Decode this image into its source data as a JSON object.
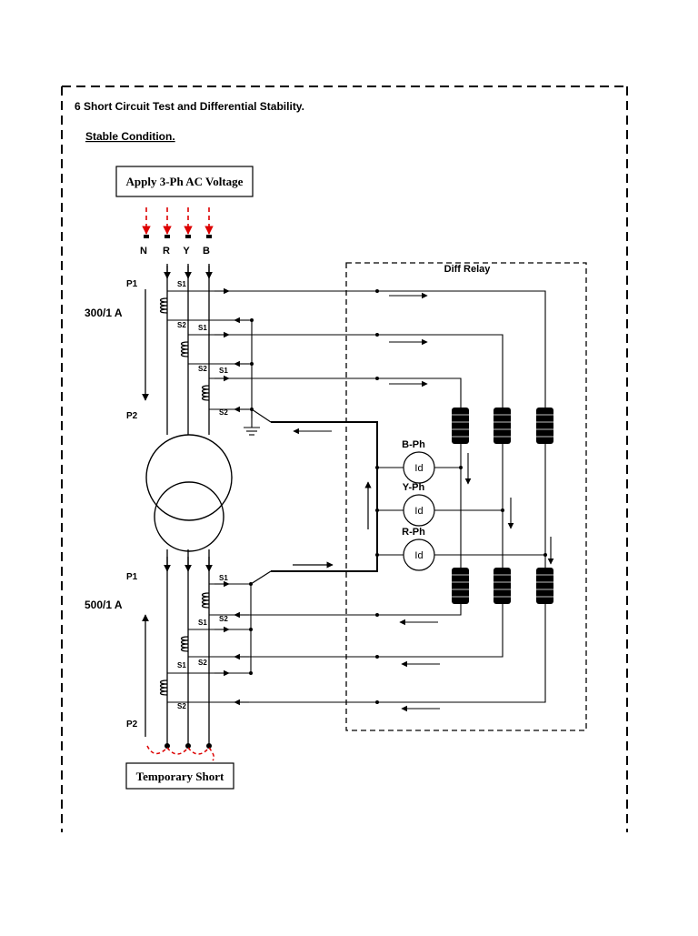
{
  "header": {
    "heading": "6 Short Circuit Test and Differential Stability.",
    "subheading": "Stable Condition."
  },
  "supply": {
    "box_label": "Apply 3-Ph AC Voltage",
    "terminals": [
      "N",
      "R",
      "Y",
      "B"
    ]
  },
  "hv_side": {
    "ct_ratio": "300/1 A",
    "p1": "P1",
    "p2": "P2",
    "s1": "S1",
    "s2": "S2"
  },
  "lv_side": {
    "ct_ratio": "500/1 A",
    "p1": "P1",
    "p2": "P2",
    "s1": "S1",
    "s2": "S2"
  },
  "relay": {
    "title": "Diff Relay",
    "elements": [
      {
        "phase": "B-Ph",
        "symbol": "Id"
      },
      {
        "phase": "Y-Ph",
        "symbol": "Id"
      },
      {
        "phase": "R-Ph",
        "symbol": "Id"
      }
    ]
  },
  "short": {
    "box_label": "Temporary Short"
  },
  "colors": {
    "line": "#000000",
    "supply_arrows": "#dd0000",
    "short_links": "#dd0000"
  }
}
